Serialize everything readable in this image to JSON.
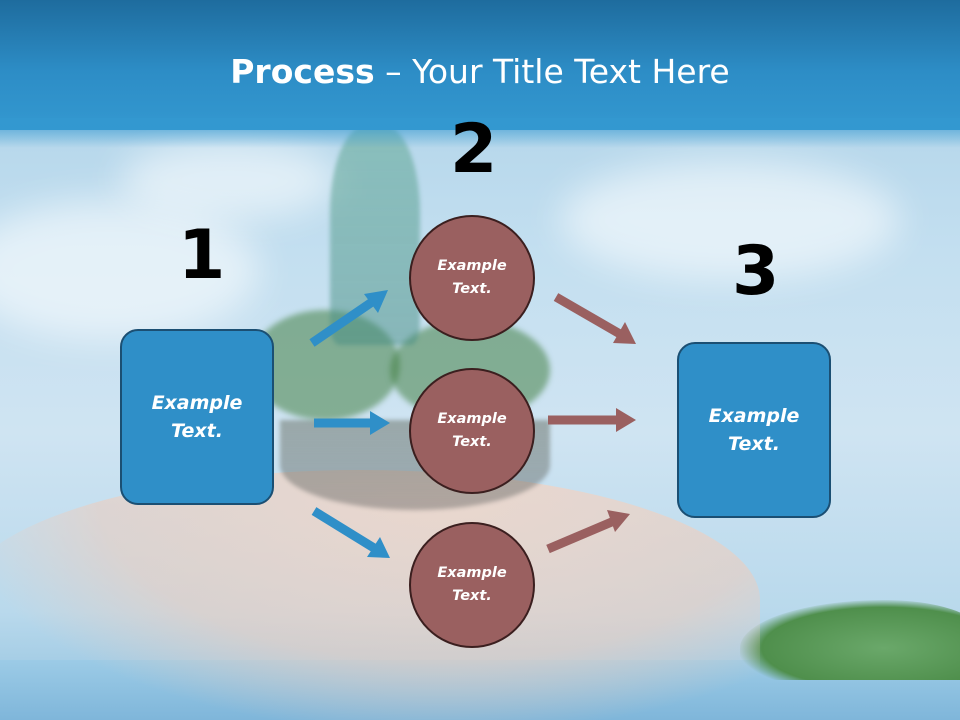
{
  "title": {
    "bold": "Process",
    "rest": " – Your Title Text Here"
  },
  "steps": [
    "1",
    "2",
    "3"
  ],
  "left_box": {
    "text": "Example Text."
  },
  "circles": [
    {
      "text": "Example Text."
    },
    {
      "text": "Example Text."
    },
    {
      "text": "Example Text."
    }
  ],
  "right_box": {
    "text": "Example Text."
  },
  "colors": {
    "blue": "#2f8fc8",
    "brown": "#9a6060",
    "header": "#2d8dc6"
  }
}
